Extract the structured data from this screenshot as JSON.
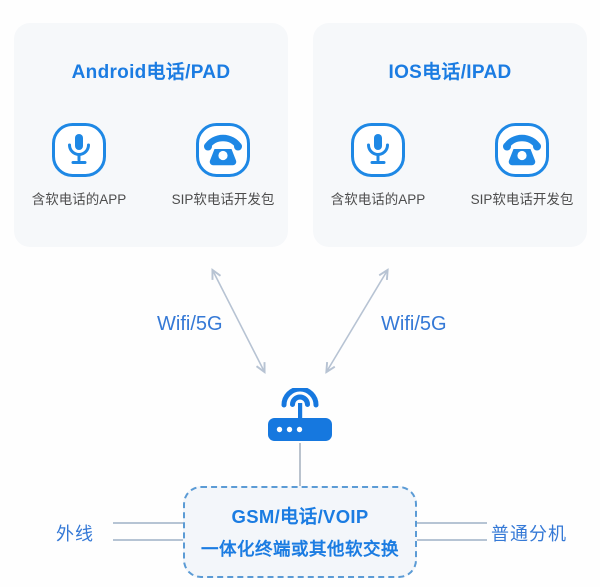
{
  "cards": [
    {
      "title": "Android电话/PAD",
      "items": [
        {
          "icon": "microphone-icon",
          "label": "含软电话的APP"
        },
        {
          "icon": "telephone-icon",
          "label": "SIP软电话开发包"
        }
      ]
    },
    {
      "title": "IOS电话/IPAD",
      "items": [
        {
          "icon": "microphone-icon",
          "label": "含软电话的APP"
        },
        {
          "icon": "telephone-icon",
          "label": "SIP软电话开发包"
        }
      ]
    }
  ],
  "connections": {
    "left_wifi_label": "Wifi/5G",
    "right_wifi_label": "Wifi/5G"
  },
  "hub": {
    "icon": "wifi-router-icon"
  },
  "switch_box": {
    "line1": "GSM/电话/VOIP",
    "line2": "一体化终端或其他软交换"
  },
  "endpoints": {
    "left": "外线",
    "right": "普通分机"
  },
  "colors": {
    "title_blue": "#1b7ce2",
    "label_blue": "#3579d6",
    "icon_blue": "#1e88e5",
    "router_blue": "#1678df",
    "arrow_gray": "#b7c3d3",
    "side_line_gray": "#9db0c5",
    "card_bg": "#f6f8fa",
    "switch_box_bg": "#f3f6fa",
    "dashed_border_blue": "#5b9bd5",
    "caption_gray": "#4d4d4d"
  }
}
